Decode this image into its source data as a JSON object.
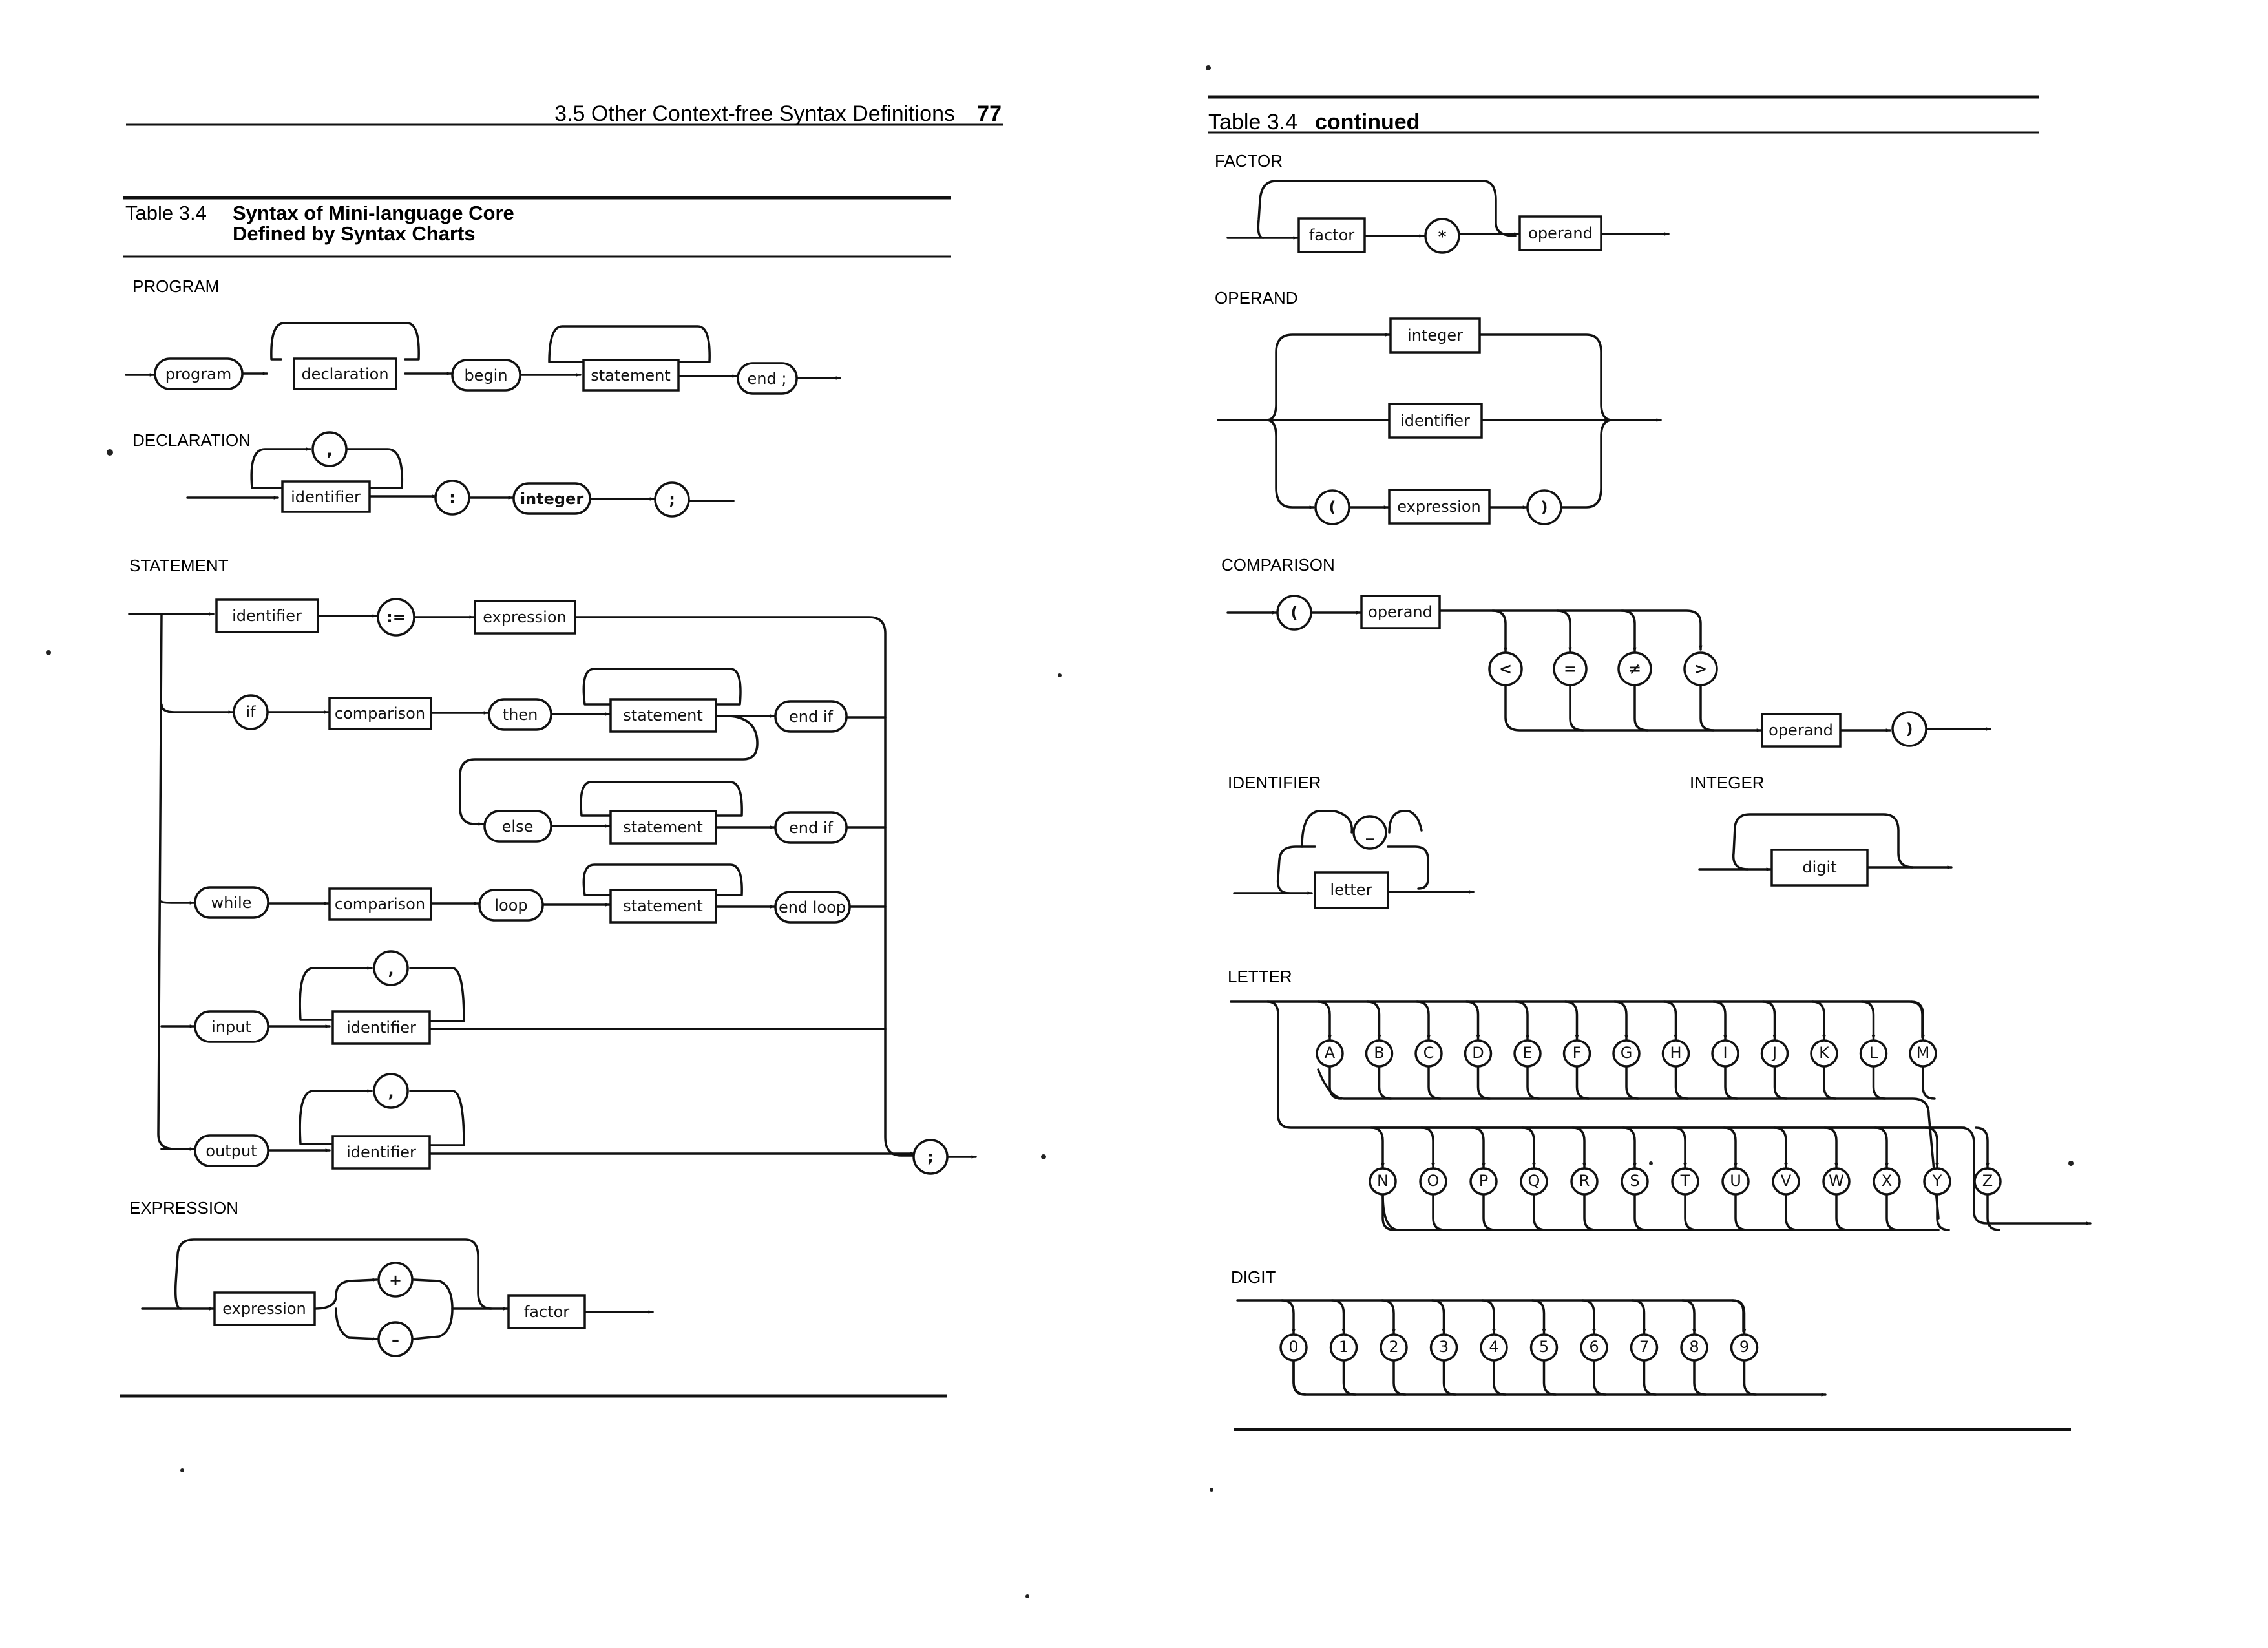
{
  "left_page": {
    "running_head": "3.5 Other Context-free Syntax Definitions",
    "page_number": "77",
    "table_label": "Table 3.4",
    "table_title_line1": "Syntax of Mini-language Core",
    "table_title_line2": "Defined by Syntax Charts",
    "sections": {
      "program": "PROGRAM",
      "declaration": "DECLARATION",
      "statement": "STATEMENT",
      "expression": "EXPRESSION"
    }
  },
  "right_page": {
    "table_label": "Table 3.4",
    "table_title": "continued",
    "sections": {
      "factor": "FACTOR",
      "operand": "OPERAND",
      "comparison": "COMPARISON",
      "identifier": "IDENTIFIER",
      "integer": "INTEGER",
      "letter": "LETTER",
      "digit": "DIGIT"
    }
  },
  "symbols": {
    "program": "program",
    "declaration": "declaration",
    "begin": "begin",
    "statement": "statement",
    "end_semi": "end ;",
    "identifier": "identifier",
    "comma": ",",
    "colon": ":",
    "integer": "integer",
    "semicolon": ";",
    "assign": ":=",
    "expression": "expression",
    "if": "if",
    "comparison": "comparison",
    "then": "then",
    "end_if": "end if",
    "else": "else",
    "while": "while",
    "loop": "loop",
    "end_loop": "end loop",
    "input": "input",
    "output": "output",
    "plus": "+",
    "minus": "–",
    "factor": "factor",
    "star": "*",
    "operand": "operand",
    "lparen": "(",
    "rparen": ")",
    "lt": "<",
    "eq": "=",
    "ne": "≠",
    "gt": ">",
    "underscore": "_",
    "letter": "letter",
    "digit": "digit"
  },
  "letters_row1": [
    "A",
    "B",
    "C",
    "D",
    "E",
    "F",
    "G",
    "H",
    "I",
    "J",
    "K",
    "L",
    "M"
  ],
  "letters_row2": [
    "N",
    "O",
    "P",
    "Q",
    "R",
    "S",
    "T",
    "U",
    "V",
    "W",
    "X",
    "Y",
    "Z"
  ],
  "digits": [
    "0",
    "1",
    "2",
    "3",
    "4",
    "5",
    "6",
    "7",
    "8",
    "9"
  ]
}
